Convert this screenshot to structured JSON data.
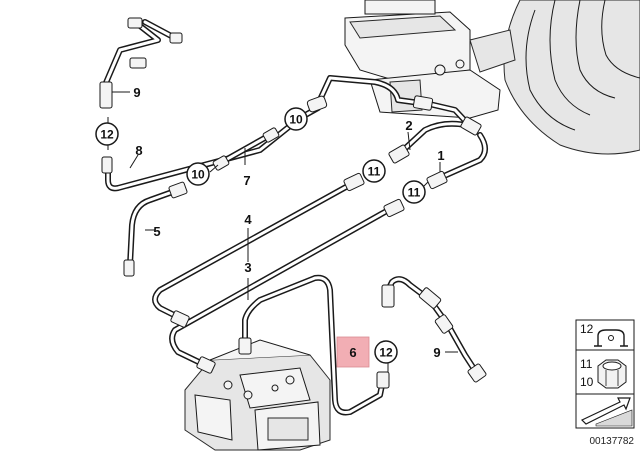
{
  "diagram": {
    "highlighted_part": "6",
    "reference_number": "00137782",
    "callouts": [
      {
        "id": "c1",
        "label": "1",
        "circled": false
      },
      {
        "id": "c2",
        "label": "2",
        "circled": false
      },
      {
        "id": "c3",
        "label": "3",
        "circled": false
      },
      {
        "id": "c4",
        "label": "4",
        "circled": false
      },
      {
        "id": "c5",
        "label": "5",
        "circled": false
      },
      {
        "id": "c6",
        "label": "6",
        "circled": false
      },
      {
        "id": "c7",
        "label": "7",
        "circled": false
      },
      {
        "id": "c8",
        "label": "8",
        "circled": false
      },
      {
        "id": "c9a",
        "label": "9",
        "circled": false
      },
      {
        "id": "c9b",
        "label": "9",
        "circled": false
      },
      {
        "id": "c10a",
        "label": "10",
        "circled": true
      },
      {
        "id": "c10b",
        "label": "10",
        "circled": true
      },
      {
        "id": "c11a",
        "label": "11",
        "circled": true
      },
      {
        "id": "c11b",
        "label": "11",
        "circled": true
      },
      {
        "id": "c12a",
        "label": "12",
        "circled": true
      },
      {
        "id": "c12b",
        "label": "12",
        "circled": true
      }
    ],
    "legend": [
      {
        "label": "12",
        "icon": "clip-bracket-icon"
      },
      {
        "label": "11",
        "icon": "cap-nut-icon"
      },
      {
        "label": "10",
        "icon": "cap-nut-icon"
      }
    ]
  },
  "colors": {
    "highlight": "#f2aeb4",
    "line": "#1a1a1a",
    "background": "#ffffff"
  }
}
